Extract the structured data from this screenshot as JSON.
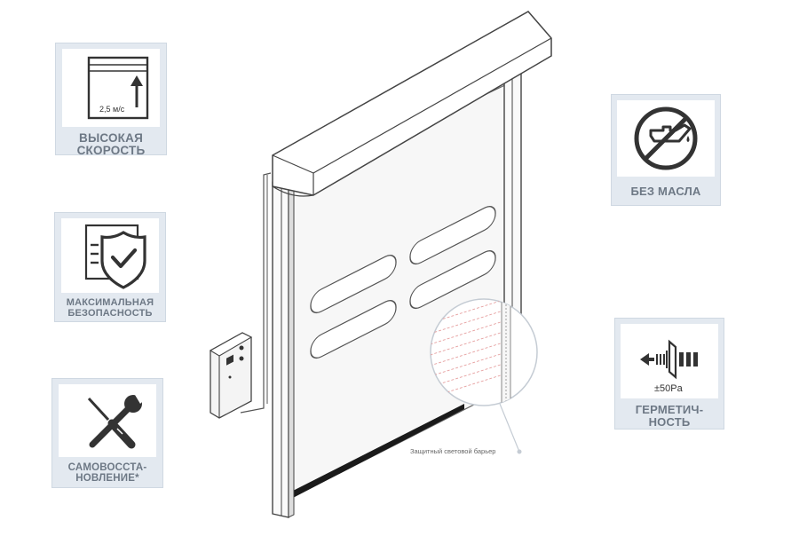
{
  "features": {
    "speed": {
      "caption": "ВЫСОКАЯ СКОРОСТЬ",
      "value_label": "2,5 м/с",
      "icon": "speed-arrow-icon"
    },
    "safety": {
      "caption": "МАКСИМАЛЬНАЯ БЕЗОПАСНОСТЬ",
      "icon": "shield-check-icon"
    },
    "repair": {
      "caption": "САМОВОССТА-НОВЛЕНИЕ*",
      "icon": "wrench-screwdriver-icon"
    },
    "oil_free": {
      "caption": "БЕЗ МАСЛА",
      "icon": "no-oil-icon"
    },
    "sealing": {
      "caption": "ГЕРМЕТИЧ-НОСТЬ",
      "value_label": "±50Pa",
      "icon": "air-seal-icon"
    }
  },
  "diagram": {
    "barrier_label": "Защитный световой барьер",
    "illustration": "high-speed-roll-door"
  },
  "colors": {
    "badge_bg": "#e3e9f0",
    "caption_text": "#6d7885",
    "icon_dark": "#333333",
    "barrier_dash": "#e6a0a0"
  }
}
